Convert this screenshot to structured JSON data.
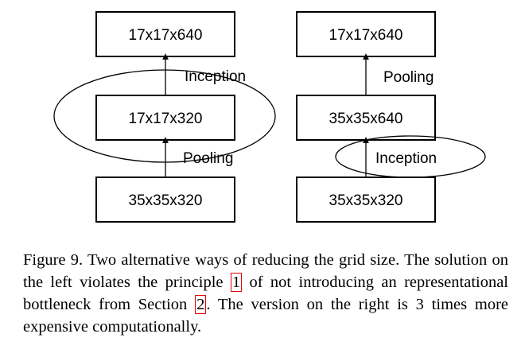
{
  "diagram": {
    "left": {
      "boxes": [
        "17x17x640",
        "17x17x320",
        "35x35x320"
      ],
      "edge_labels": [
        "Inception",
        "Pooling"
      ]
    },
    "right": {
      "boxes": [
        "17x17x640",
        "35x35x640",
        "35x35x320"
      ],
      "edge_labels": [
        "Pooling",
        "Inception"
      ]
    }
  },
  "caption": {
    "part1": "Figure 9. Two alternative ways of reducing the grid size. The solution on the left violates the principle ",
    "ref1": "1",
    "part2": " of not introducing an representational bottleneck from Section ",
    "ref2": "2",
    "part3": ". The version on the right is 3 times more expensive computationally."
  },
  "colors": {
    "reference_box": "#e30000"
  }
}
